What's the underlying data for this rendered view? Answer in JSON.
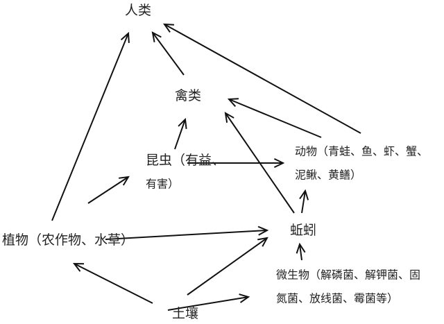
{
  "nodes": {
    "humans": "人类",
    "poultry": "禽类",
    "insects_line1": "昆虫（有益、",
    "insects_line2": "有害）",
    "animals_line1": "动物（青蛙、鱼、虾、蟹、",
    "animals_line2": "泥鳅、黄鳝）",
    "plants": "植物（农作物、水草）",
    "earthworm": "蚯蚓",
    "microbes_line1": "微生物（解磷菌、解钾菌、固",
    "microbes_line2": "氮菌、放线菌、霉菌等）",
    "soil": "土壤"
  },
  "edges": [
    {
      "from": "plants",
      "to": "humans"
    },
    {
      "from": "poultry",
      "to": "humans"
    },
    {
      "from": "animals",
      "to": "humans"
    },
    {
      "from": "animals",
      "to": "poultry"
    },
    {
      "from": "earthworm",
      "to": "poultry"
    },
    {
      "from": "insects",
      "to": "poultry"
    },
    {
      "from": "insects",
      "to": "animals"
    },
    {
      "from": "earthworm",
      "to": "animals"
    },
    {
      "from": "plants",
      "to": "insects"
    },
    {
      "from": "plants",
      "to": "earthworm"
    },
    {
      "from": "soil",
      "to": "plants"
    },
    {
      "from": "soil",
      "to": "earthworm"
    },
    {
      "from": "soil",
      "to": "microbes"
    },
    {
      "from": "microbes",
      "to": "earthworm"
    }
  ]
}
